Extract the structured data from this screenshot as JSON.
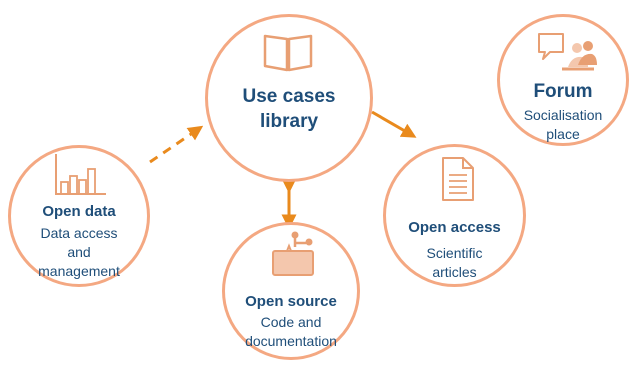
{
  "nodes": {
    "use_cases": {
      "title_line1": "Use cases",
      "title_line2": "library",
      "icon": "open-book-icon"
    },
    "open_data": {
      "title": "Open data",
      "sub_line1": "Data access",
      "sub_line2": "and",
      "sub_line3": "management",
      "icon": "bar-chart-icon"
    },
    "open_source": {
      "title": "Open source",
      "sub_line1": "Code and",
      "sub_line2": "documentation",
      "icon": "code-window-icon"
    },
    "open_access": {
      "title": "Open access",
      "sub_line1": "Scientific",
      "sub_line2": "articles",
      "icon": "document-icon"
    },
    "forum": {
      "title": "Forum",
      "sub_line1": "Socialisation",
      "sub_line2": "place",
      "icon": "chat-people-icon"
    }
  },
  "colors": {
    "circle_border": "#f4a882",
    "arrow": "#e98a1d",
    "icon": "#e89f73",
    "text": "#1f4e79"
  }
}
